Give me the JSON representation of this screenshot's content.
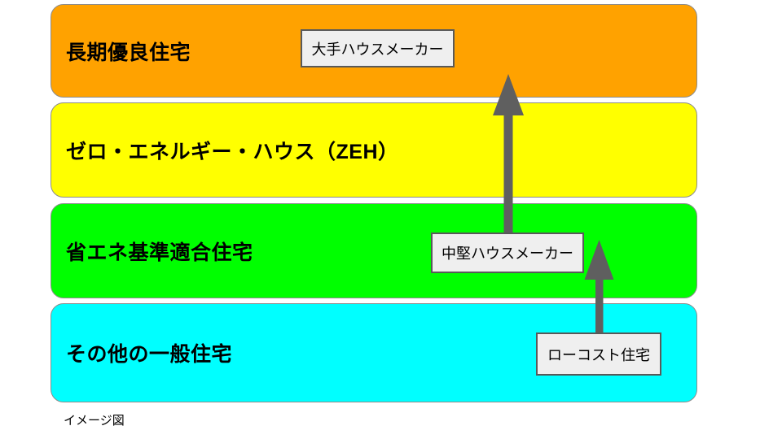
{
  "caption": "イメージ図",
  "bands": [
    {
      "label": "長期優良住宅",
      "color": "#FFA200"
    },
    {
      "label": "ゼロ・エネルギー・ハウス（ZEH）",
      "color": "#FFFF00"
    },
    {
      "label": "省エネ基準適合住宅",
      "color": "#00FF00"
    },
    {
      "label": "その他の一般住宅",
      "color": "#00FFFF"
    }
  ],
  "maker_boxes": [
    {
      "label": "大手ハウスメーカー"
    },
    {
      "label": "中堅ハウスメーカー"
    },
    {
      "label": "ローコスト住宅"
    }
  ],
  "colors": {
    "arrow": "#5F5F5F",
    "box_bg": "#EFEFEF",
    "box_border": "#595959",
    "band_border": "#8C8C8C",
    "text": "#000000"
  }
}
